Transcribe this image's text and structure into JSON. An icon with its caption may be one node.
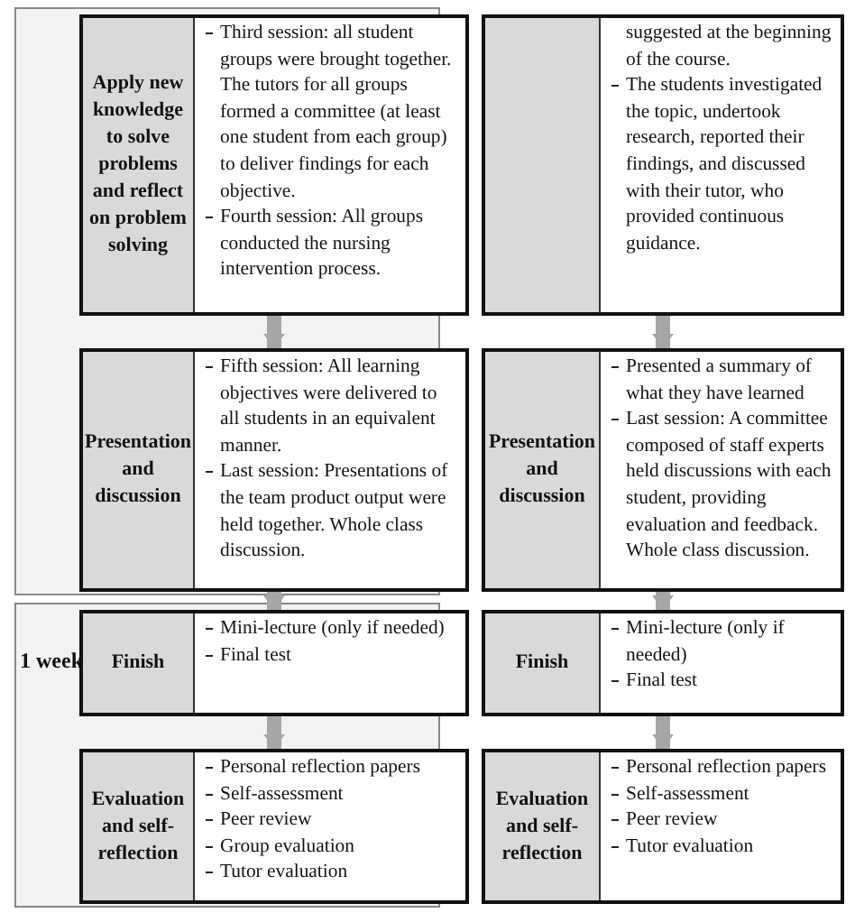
{
  "diagram": {
    "nodes": [
      {
        "text": [],
        "shape": "box"
      },
      {
        "text": [
          "Apply new knowledge to solve problems and reflect on problem solving",
          "Third session: all student groups were brought together. The tutors for all groups formed a committee (at least one student from each group) to deliver findings for each objective.",
          "Fourth session: All groups conducted the nursing intervention process."
        ],
        "in": 0
      },
      {
        "text": [
          "suggested at the beginning of the course.",
          "The students investigated the topic, undertook research, reported their findings, and discussed with their tutor, who provided continuous guidance."
        ]
      },
      {
        "text": [
          "Presentation and discussion",
          "Fifth session: All learning objectives were delivered to all students in an equivalent manner.",
          "Last session: Presentations of the team product output were held together. Whole class discussion."
        ],
        "in": 0
      },
      {
        "text": [
          "Presentation and discussion",
          "Presented a summary of what they have learned",
          "Last session: A committee composed of staff experts held discussions with each student, providing evaluation and feedback. Whole class discussion."
        ]
      },
      {
        "text": [
          "1 week"
        ]
      },
      {
        "text": [
          "Finish",
          "Mini-lecture (only if needed)",
          "Final test"
        ],
        "in": 5
      },
      {
        "text": [
          "Finish",
          "Mini-lecture (only if needed)",
          "Final test"
        ]
      },
      {
        "text": [
          "Evaluation and self-reflection",
          "Personal reflection papers",
          "Self-assessment",
          "Peer review",
          "Group evaluation",
          "Tutor evaluation"
        ],
        "in": 5
      },
      {
        "text": [
          "Evaluation and self-reflection",
          "Personal reflection papers",
          "Self-assessment",
          "Peer review",
          "Tutor evaluation"
        ]
      }
    ],
    "edges": [
      {
        "from": 1,
        "to": 3,
        "arrow": "to"
      },
      {
        "from": 2,
        "to": 4,
        "arrow": "to"
      },
      {
        "from": 3,
        "to": 6,
        "arrow": "to"
      },
      {
        "from": 4,
        "to": 7,
        "arrow": "to"
      },
      {
        "from": 6,
        "to": 8,
        "arrow": "to"
      },
      {
        "from": 7,
        "to": 9,
        "arrow": "to"
      }
    ]
  }
}
